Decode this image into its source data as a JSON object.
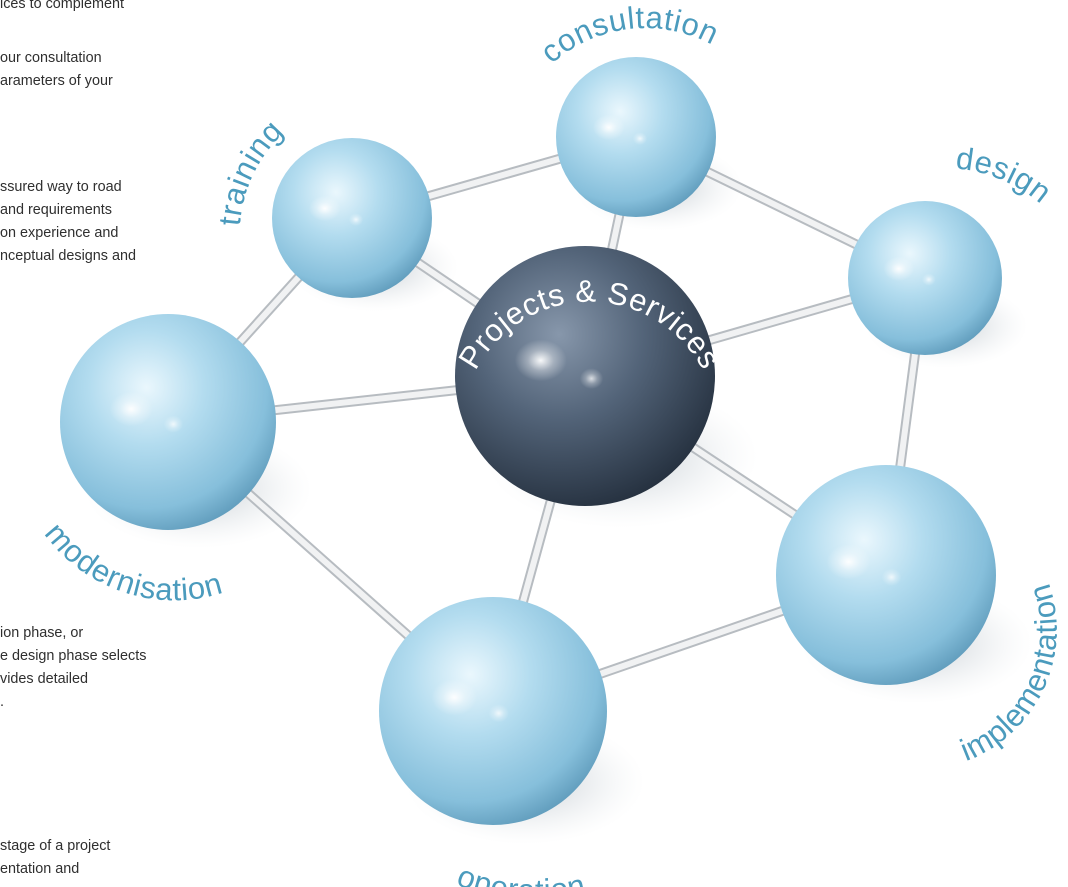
{
  "paragraphs": [
    {
      "lines": [
        "ices to complement"
      ]
    },
    {
      "lines": [
        "our consultation",
        "arameters of your"
      ]
    },
    {
      "lines": [
        "ssured way to road",
        "and requirements",
        "on experience and",
        "nceptual designs and"
      ]
    },
    {
      "lines": [
        "ion phase, or",
        "e design phase selects",
        "vides detailed",
        "."
      ]
    },
    {
      "lines": [
        "stage of a project",
        "entation and"
      ]
    }
  ],
  "diagram": {
    "center_label": "Projects & Services",
    "nodes": [
      {
        "id": "consultation",
        "label": "consultation"
      },
      {
        "id": "design",
        "label": "design"
      },
      {
        "id": "implementation",
        "label": "implementation"
      },
      {
        "id": "operation",
        "label": "operation"
      },
      {
        "id": "modernisation",
        "label": "modernisation"
      },
      {
        "id": "training",
        "label": "training"
      }
    ]
  },
  "colors": {
    "sphere_light": "#9ccde6",
    "hub_dark": "#4f5f72",
    "label_blue": "#4b9bbd",
    "connector": "#e6e6e6",
    "body_text": "#2f2f2f"
  }
}
